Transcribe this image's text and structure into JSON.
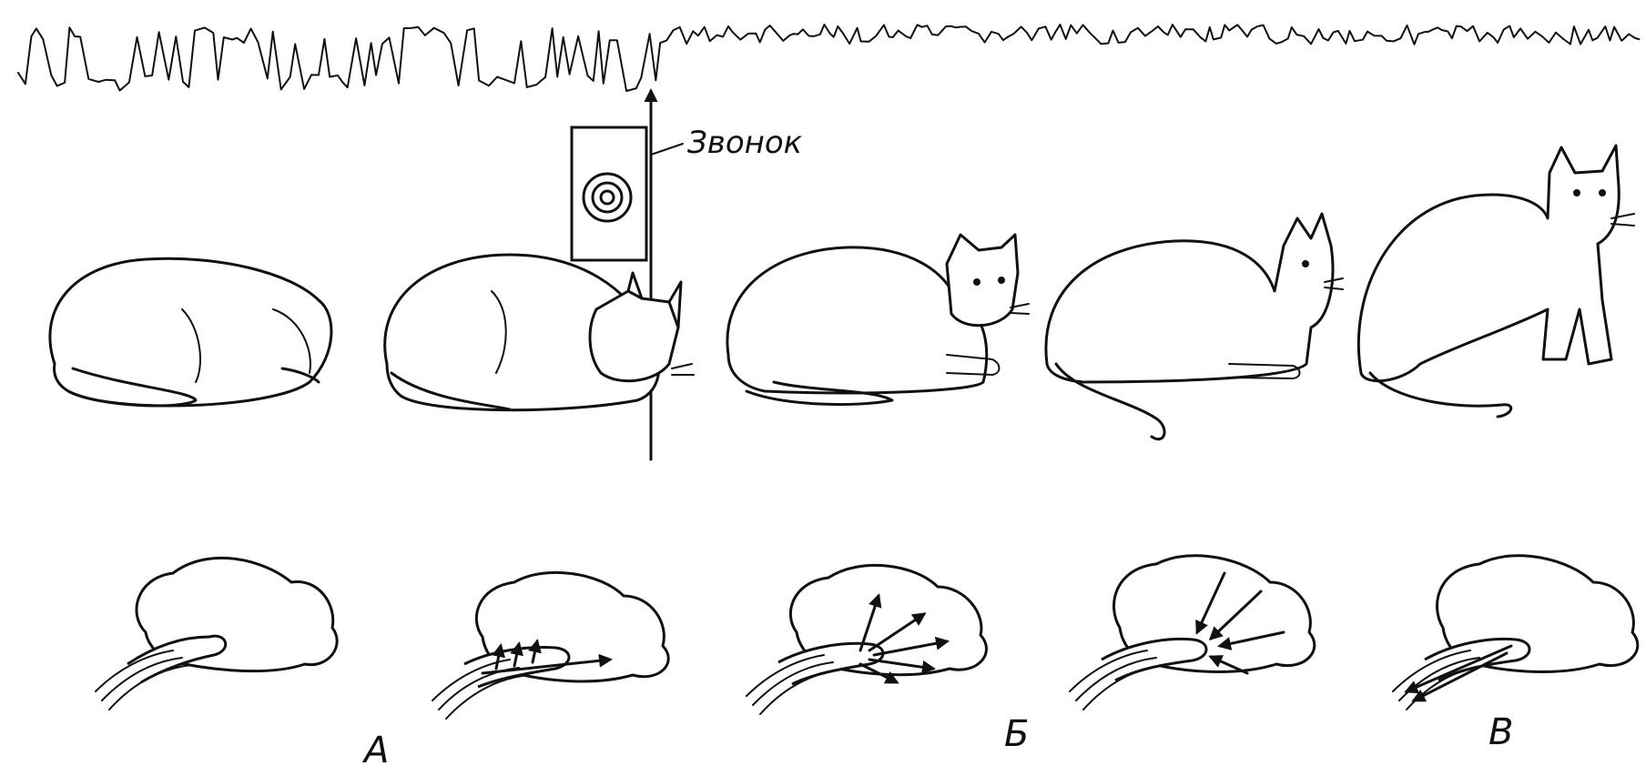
{
  "bell_label": "Звонок",
  "phase_labels": [
    "А",
    "Б",
    "В"
  ],
  "stages": [
    {
      "id": "sleeping",
      "brain_arrows": "none"
    },
    {
      "id": "bell-onset",
      "brain_arrows": "ascending"
    },
    {
      "id": "awakening",
      "brain_arrows": "diffuse-outward"
    },
    {
      "id": "orienting",
      "brain_arrows": "cortex-to-center"
    },
    {
      "id": "alert",
      "brain_arrows": "descending"
    }
  ],
  "icons": [
    "eeg-trace",
    "bell-marker",
    "cat",
    "brain-outline",
    "arrow"
  ]
}
